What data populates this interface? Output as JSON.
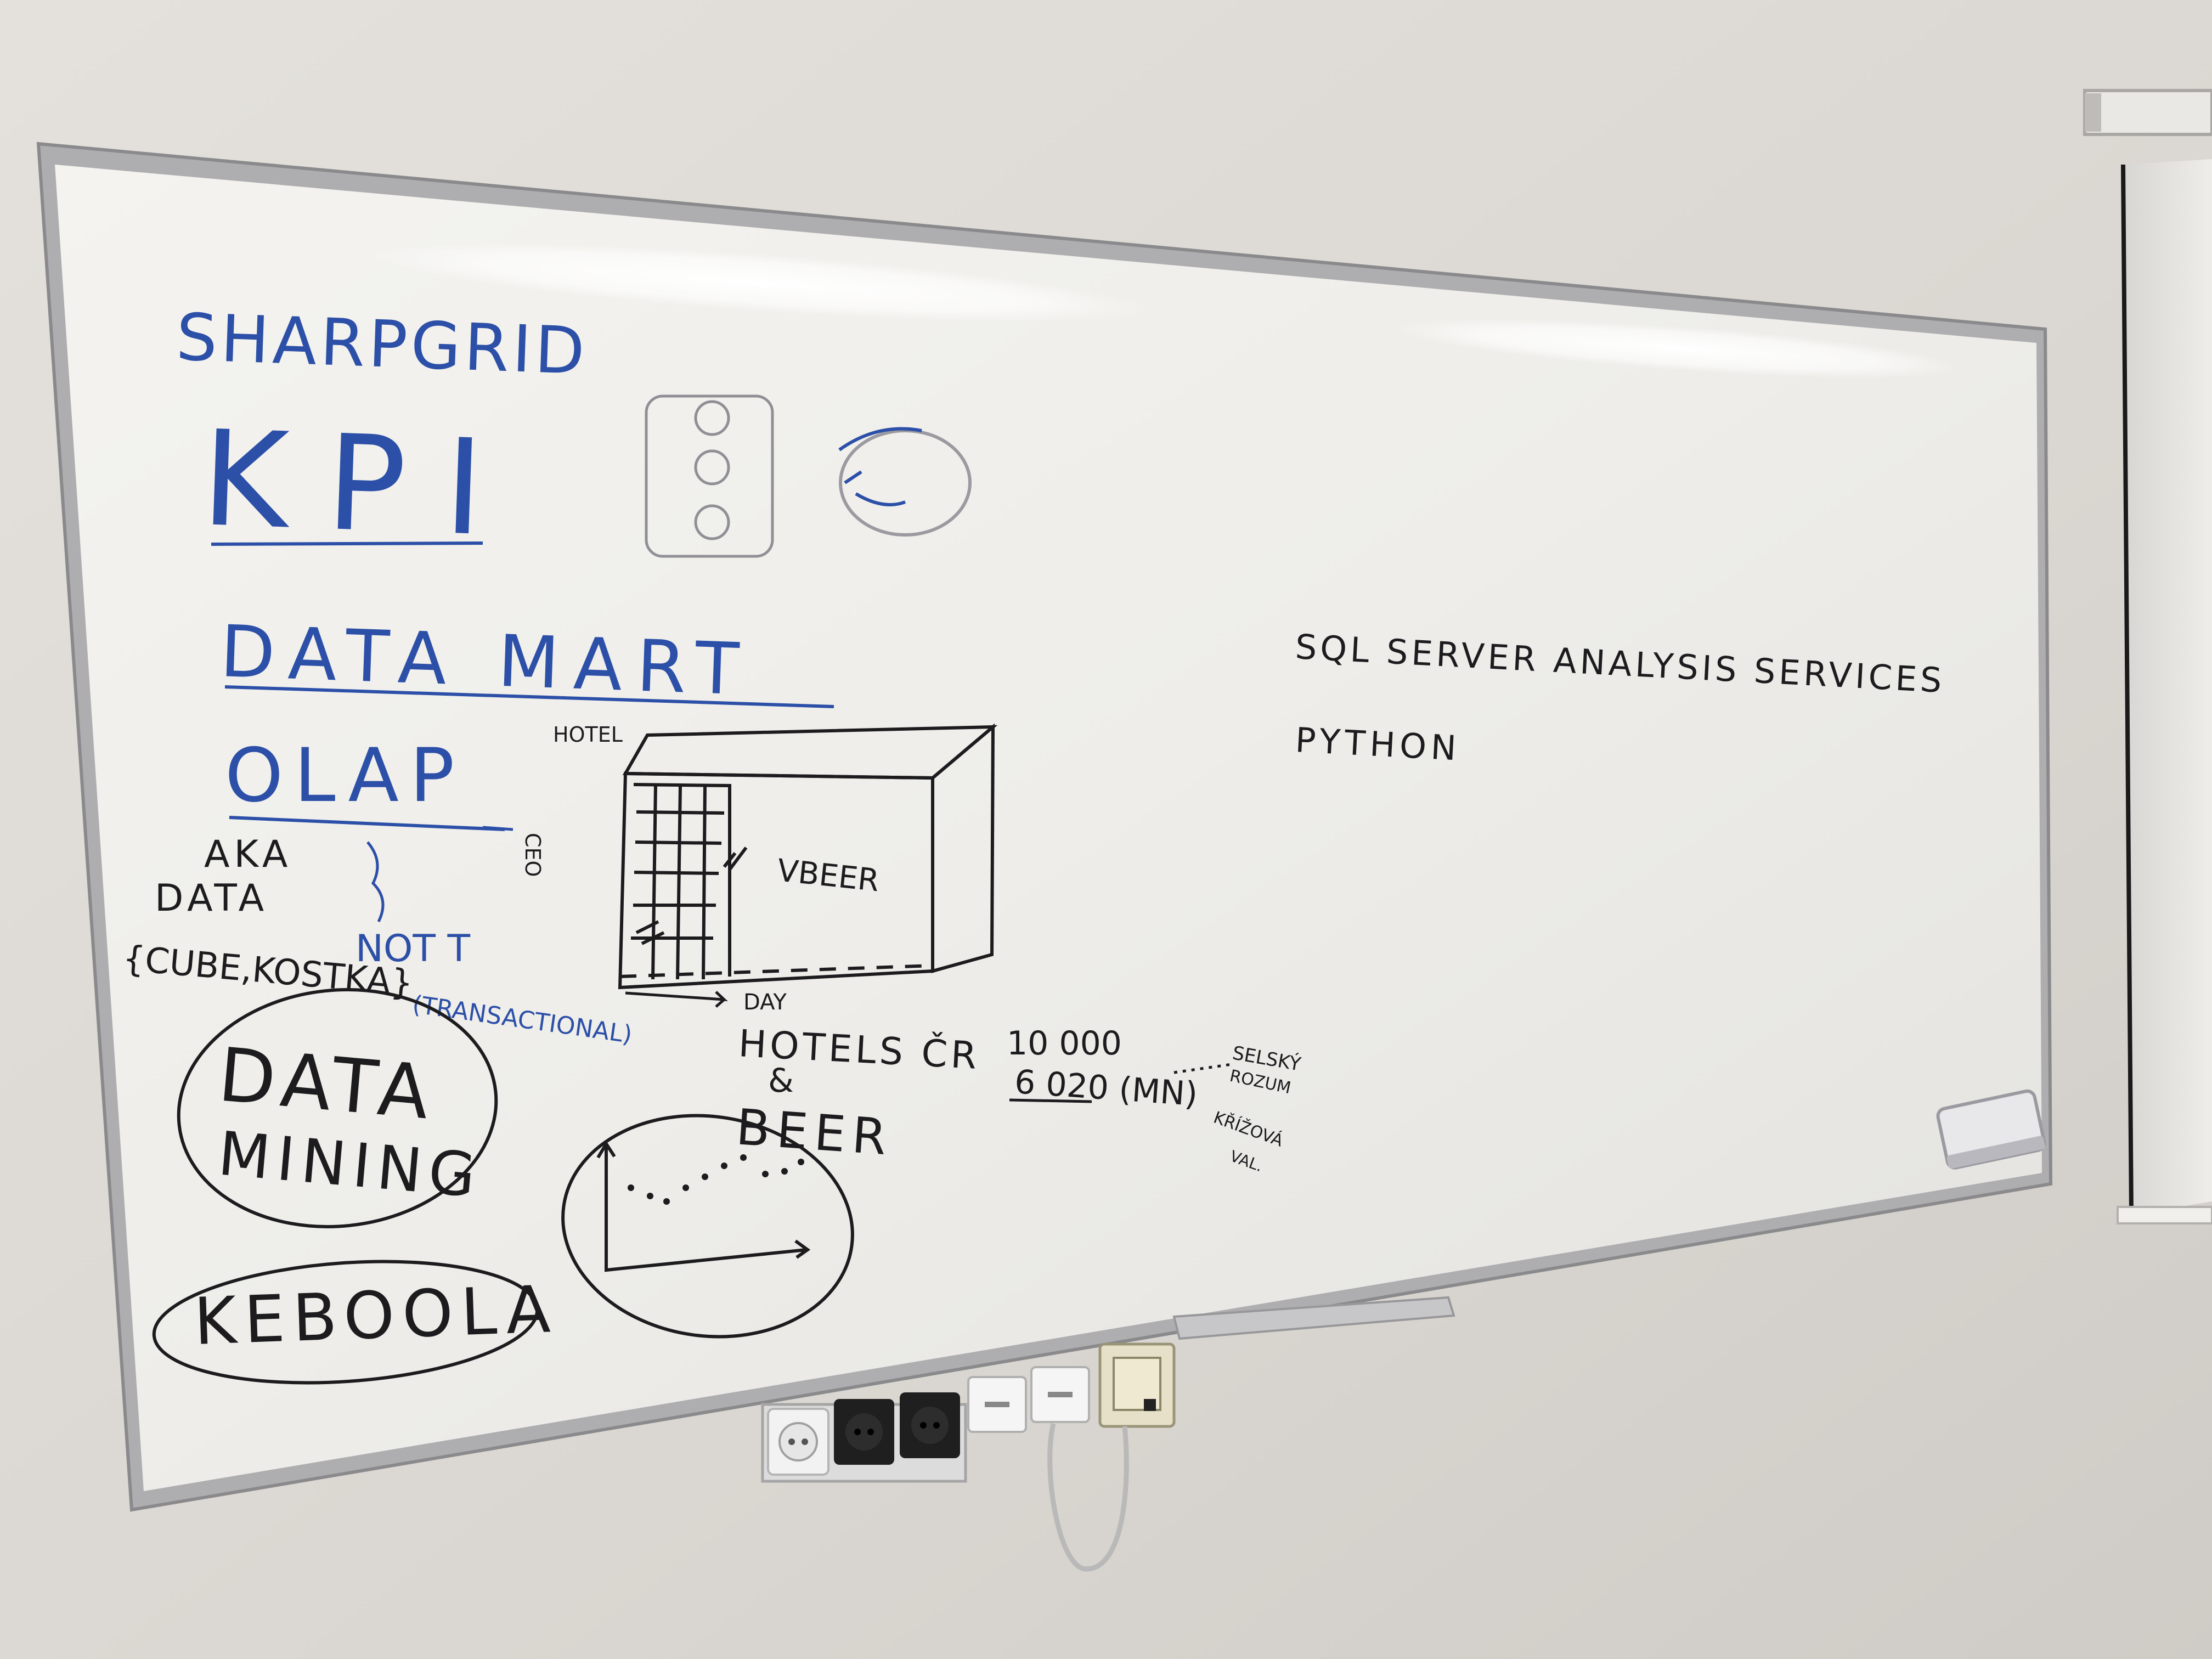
{
  "colors": {
    "wall": "#d9d5d0",
    "board": "#f1f0ec",
    "frame": "#9a9a9c",
    "marker_blue": "#2c4fa8",
    "marker_black": "#1c1c1f"
  },
  "whiteboard": {
    "left_column": {
      "sharpgrid": "SHARPGRID",
      "kpi": "KPI",
      "data_mart": "DATA MART",
      "olap": "OLAP",
      "aka": "AKA",
      "data": "DATA",
      "cube_kostka": "{CUBE,KOSTKA}",
      "not_t": "NOT T",
      "transactional": "(TRANSACTIONAL)",
      "data_mining_1": "DATA",
      "data_mining_2": "MINING",
      "keboola": "KEBOOLA"
    },
    "cube": {
      "hotel_label": "HOTEL",
      "ceo_label": "CEO",
      "vbeer_label": "VBEER",
      "day_label": "DAY",
      "hotels_cr": "HOTELS ČR",
      "and_sign": "&",
      "beer": "BEER"
    },
    "numbers": {
      "ten_thousand": "10 000",
      "six_thousand": "6 020 (MN)",
      "selsky_1": "SELSKÝ",
      "selsky_2": "ROZUM",
      "krizova_1": "KŘÍŽOVÁ",
      "krizova_2": "VAL."
    },
    "right_column": {
      "ssas": "SQL SERVER ANALYSIS SERVICES",
      "python": "PYTHON"
    }
  },
  "icons": {
    "traffic_light": "traffic-light-icon",
    "gauge": "gauge-icon",
    "line_chart": "line-chart-icon",
    "eraser": "eraser-icon",
    "power_socket": "power-socket-icon",
    "network_socket": "network-socket-icon"
  }
}
